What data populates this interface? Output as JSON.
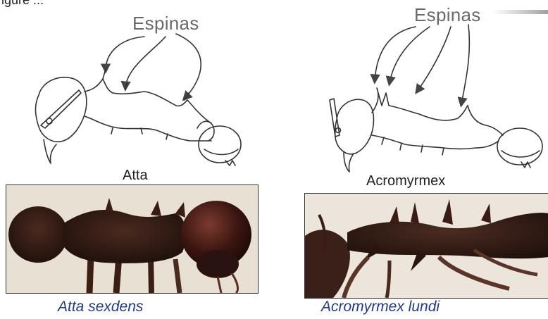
{
  "top_cropped_text": "igure ... ",
  "diagram_left": {
    "annotation": "Espinas",
    "genus": "Atta",
    "photo_icon": "ant-photo-atta-sexdens",
    "species": "Atta sexdens"
  },
  "diagram_right": {
    "annotation": "Espinas",
    "genus": "Acromyrmex",
    "photo_icon": "ant-photo-acromyrmex-lundi",
    "species": "Acromyrmex lundi"
  },
  "colors": {
    "species_text": "#1f3a8a",
    "annotation_text": "#6a6a6a",
    "line_art": "#333333"
  }
}
